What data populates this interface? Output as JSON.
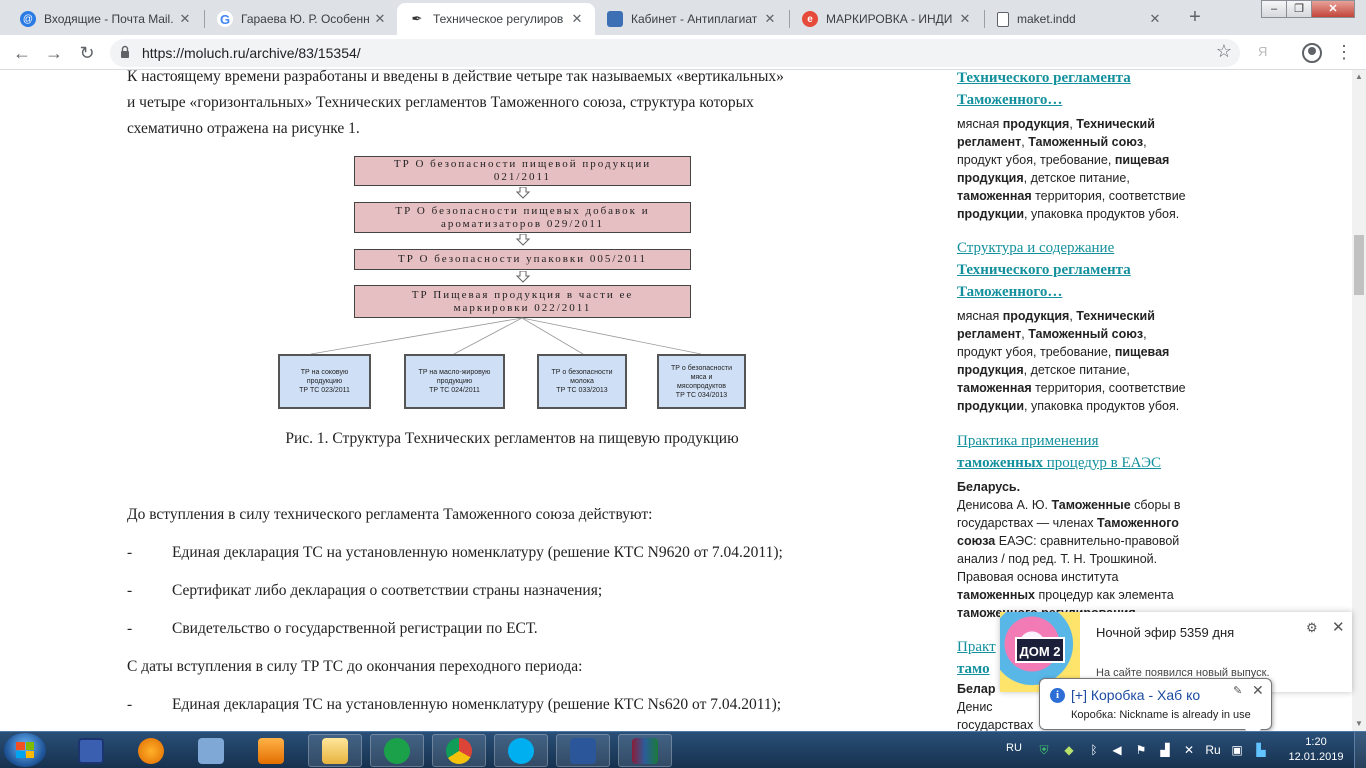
{
  "browser": {
    "tabs": [
      {
        "title": "Входящие - Почта Mail.",
        "icon": "mail-icon",
        "color": "#2a7be4",
        "glyph": "@"
      },
      {
        "title": "Гараева Ю. Р. Особенн",
        "icon": "google-icon",
        "color": "#ffffff",
        "glyph": "G"
      },
      {
        "title": "Техническое регулиров",
        "icon": "quill-icon",
        "color": "#ffffff",
        "glyph": "✒"
      },
      {
        "title": "Кабинет - Антиплагиат",
        "icon": "antiplagiat-icon",
        "color": "#3d6fb5",
        "glyph": ""
      },
      {
        "title": "МАРКИРОВКА - ИНДИ",
        "icon": "marking-icon",
        "color": "#e64a3b",
        "glyph": "e"
      },
      {
        "title": "maket.indd",
        "icon": "document-icon",
        "color": "#ffffff",
        "glyph": ""
      }
    ],
    "new_tab": "+",
    "url": "https://moluch.ru/archive/83/15354/",
    "extension_label": "Я"
  },
  "article": {
    "intro_lines": [
      "К настоящему времени разработаны и введены в действие четыре так называемых «вертикальных»",
      "и четыре «горизонтальных» Технических регламентов Таможенного союза, структура которых",
      "схематично отражена на рисунке 1."
    ],
    "diagram": {
      "main_boxes": [
        {
          "line1": "ТР О безопасности пищевой продукции",
          "line2": "021/2011"
        },
        {
          "line1": "ТР О безопасности пищевых добавок и",
          "line2": "ароматизаторов 029/2011"
        },
        {
          "line1": "ТР О безопасности упаковки 005/2011",
          "line2": ""
        },
        {
          "line1": "ТР Пищевая продукция в части ее",
          "line2": "маркировки 022/2011"
        }
      ],
      "sub_boxes": [
        {
          "l1": "ТР на соковую",
          "l2": "продукцию",
          "l3": "ТР ТС 023/2011",
          "l4": ""
        },
        {
          "l1": "ТР на масло-жировую",
          "l2": "продукцию",
          "l3": "ТР ТС 024/2011",
          "l4": ""
        },
        {
          "l1": "ТР о безопасности",
          "l2": "молока",
          "l3": "ТР ТС 033/2013",
          "l4": ""
        },
        {
          "l1": "ТР о безопасности",
          "l2": "мяса и",
          "l3": "мясопродуктов",
          "l4": "ТР ТС 034/2013"
        }
      ]
    },
    "caption": "Рис. 1. Структура Технических регламентов на пищевую продукцию",
    "para1": "До вступления в силу технического регламента Таможенного союза действуют:",
    "list1": [
      "Единая декларация ТС на установленную номенклатуру (решение КТС N9620 от 7.04.2011);",
      "Сертификат либо декларация о соответствии страны назначения;",
      "Свидетельство о государственной регистрации по ЕСТ."
    ],
    "para2": "С даты вступления в силу ТР ТС до окончания переходного периода:",
    "list2": [
      "Единая декларация ТС на установленную номенклатуру (решение КТС Ns620 от 7.04.2011);"
    ],
    "dash": "-"
  },
  "sidebar": {
    "items": [
      {
        "link_lines": [
          "Технического регламента",
          "Таможенного…"
        ],
        "desc": [
          [
            [
              "мясная ",
              false
            ],
            [
              "продукция",
              true
            ],
            [
              ", ",
              false
            ],
            [
              "Технический",
              true
            ]
          ],
          [
            [
              "регламент",
              true
            ],
            [
              ", ",
              false
            ],
            [
              "Таможенный союз",
              true
            ],
            [
              ",",
              false
            ]
          ],
          [
            [
              "продукт убоя, требование, ",
              false
            ],
            [
              "пищевая",
              true
            ]
          ],
          [
            [
              "продукция",
              true
            ],
            [
              ", детское питание,",
              false
            ]
          ],
          [
            [
              "таможенная",
              true
            ],
            [
              " территория, соответствие",
              false
            ]
          ],
          [
            [
              "продукции",
              true
            ],
            [
              ", упаковка продуктов убоя.",
              false
            ]
          ]
        ]
      },
      {
        "link_lines": [
          "Структура и содержание",
          "Технического регламента",
          "Таможенного…"
        ],
        "desc": [
          [
            [
              "мясная ",
              false
            ],
            [
              "продукция",
              true
            ],
            [
              ", ",
              false
            ],
            [
              "Технический",
              true
            ]
          ],
          [
            [
              "регламент",
              true
            ],
            [
              ", ",
              false
            ],
            [
              "Таможенный союз",
              true
            ],
            [
              ",",
              false
            ]
          ],
          [
            [
              "продукт убоя, требование, ",
              false
            ],
            [
              "пищевая",
              true
            ]
          ],
          [
            [
              "продукция",
              true
            ],
            [
              ", детское питание,",
              false
            ]
          ],
          [
            [
              "таможенная",
              true
            ],
            [
              " территория, соответствие",
              false
            ]
          ],
          [
            [
              "продукции",
              true
            ],
            [
              ", упаковка продуктов убоя.",
              false
            ]
          ]
        ]
      },
      {
        "link_lines": [
          "Практика применения",
          "таможенных процедур в ЕАЭС"
        ],
        "desc": [
          [
            [
              "Беларусь.",
              true
            ]
          ],
          [
            [
              "Денисова А. Ю. ",
              false
            ],
            [
              "Таможенные",
              true
            ],
            [
              " сборы в",
              false
            ]
          ],
          [
            [
              "государствах — членах ",
              false
            ],
            [
              "Таможенного",
              true
            ]
          ],
          [
            [
              "союза",
              true
            ],
            [
              " ЕАЭС: сравнительно-правовой",
              false
            ]
          ],
          [
            [
              "анализ / под ред. Т. Н. Трошкиной.",
              false
            ]
          ],
          [
            [
              "Правовая основа института",
              false
            ]
          ],
          [
            [
              "таможенных",
              true
            ],
            [
              " процедур как элемента",
              false
            ]
          ],
          [
            [
              "таможенного регулирования",
              true
            ],
            [
              ".",
              false
            ]
          ]
        ]
      },
      {
        "link_lines": [
          "Практ",
          "тамо"
        ],
        "desc": [
          [
            [
              "Белар",
              true
            ]
          ],
          [
            [
              "Денис",
              false
            ]
          ],
          [
            [
              "государствах",
              false
            ]
          ]
        ]
      }
    ]
  },
  "notification": {
    "title": "Ночной эфир 5359 дня",
    "body": "На сайте появился новый выпуск.",
    "logo_text": "ДОМ 2"
  },
  "balloon": {
    "title": "[+] Коробка - Хаб ко",
    "body": "Коробка: Nickname is already in use",
    "info": "i"
  },
  "taskbar": {
    "language": "RU",
    "ru_indicator": "Ru",
    "time": "1:20",
    "date": "12.01.2019"
  },
  "colors": {
    "link": "#13909d",
    "pink_box": "#e6bfc2",
    "blue_box": "#cfe0f6"
  }
}
